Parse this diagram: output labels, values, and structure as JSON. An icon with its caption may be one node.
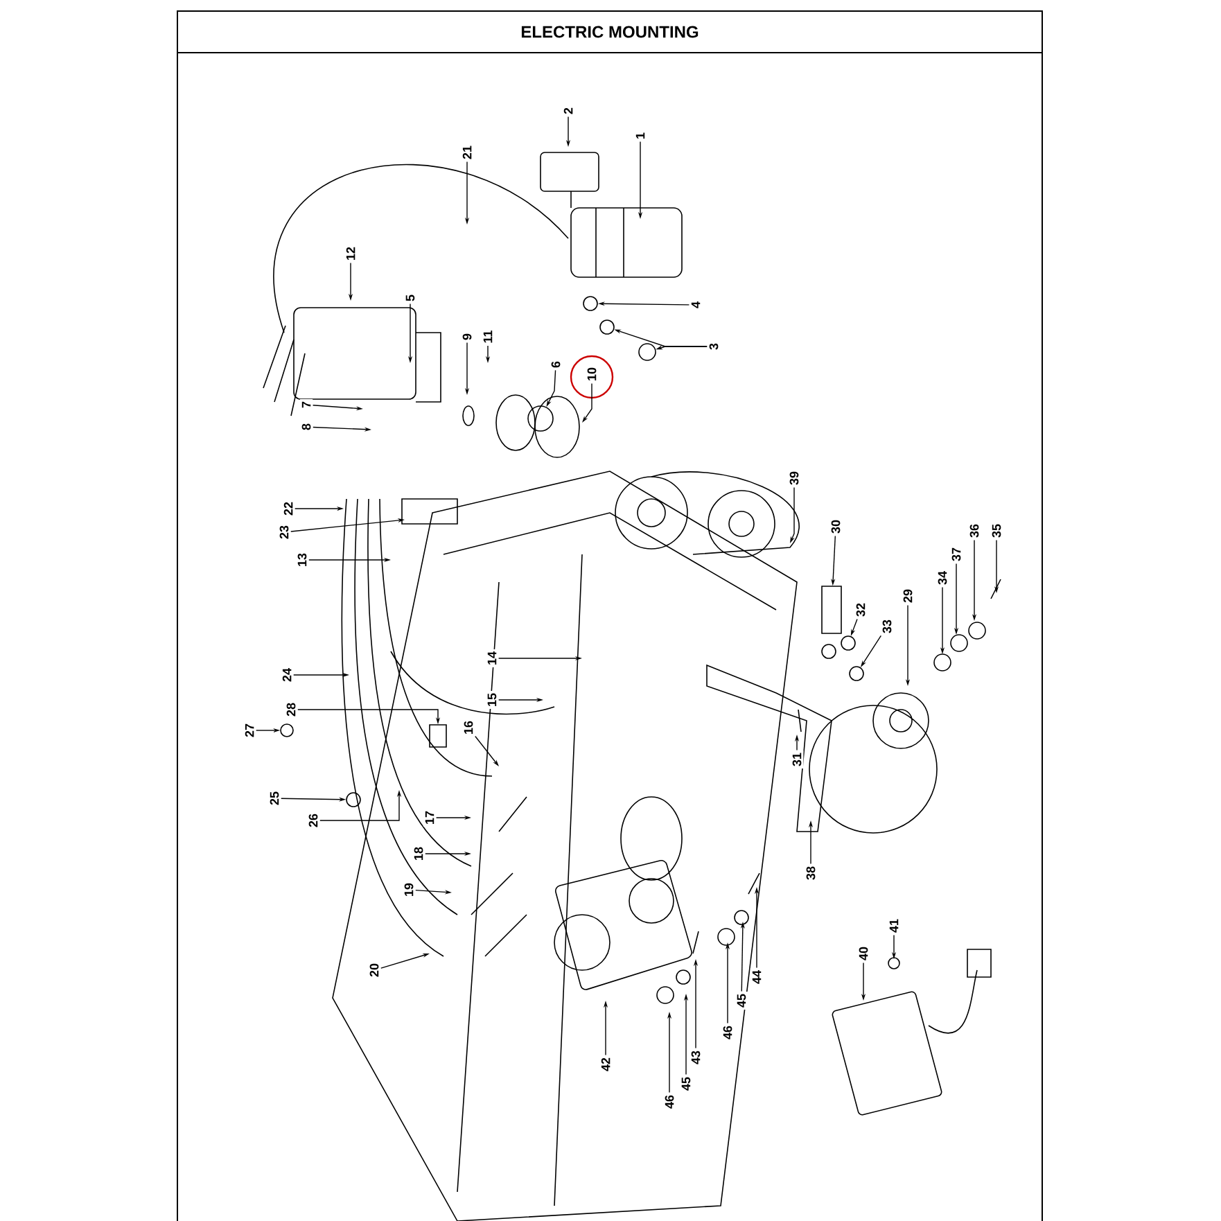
{
  "diagram": {
    "title": "ELECTRIC MOUNTING",
    "nodes": [
      {
        "text": [
          "2"
        ]
      },
      {
        "text": [
          "1"
        ]
      },
      {
        "text": [
          "21"
        ]
      },
      {
        "text": [
          "12"
        ]
      },
      {
        "text": [
          "5"
        ]
      },
      {
        "text": [
          "4"
        ]
      },
      {
        "text": [
          "11"
        ]
      },
      {
        "text": [
          "9"
        ]
      },
      {
        "text": [
          "3"
        ]
      },
      {
        "text": [
          "6"
        ]
      },
      {
        "text": [
          "10"
        ]
      },
      {
        "text": [
          "7"
        ]
      },
      {
        "text": [
          "8"
        ]
      },
      {
        "text": [
          "39"
        ]
      },
      {
        "text": [
          "22"
        ]
      },
      {
        "text": [
          "23"
        ]
      },
      {
        "text": [
          "30"
        ]
      },
      {
        "text": [
          "36"
        ]
      },
      {
        "text": [
          "35"
        ]
      },
      {
        "text": [
          "37"
        ]
      },
      {
        "text": [
          "13"
        ]
      },
      {
        "text": [
          "34"
        ]
      },
      {
        "text": [
          "29"
        ]
      },
      {
        "text": [
          "32"
        ]
      },
      {
        "text": [
          "33"
        ]
      },
      {
        "text": [
          "14"
        ]
      },
      {
        "text": [
          "24"
        ]
      },
      {
        "text": [
          "15"
        ]
      },
      {
        "text": [
          "28"
        ]
      },
      {
        "text": [
          "16"
        ]
      },
      {
        "text": [
          "27"
        ]
      },
      {
        "text": [
          "31"
        ]
      },
      {
        "text": [
          "25"
        ]
      },
      {
        "text": [
          "17"
        ]
      },
      {
        "text": [
          "26"
        ]
      },
      {
        "text": [
          "18"
        ]
      },
      {
        "text": [
          "38"
        ]
      },
      {
        "text": [
          "19"
        ]
      },
      {
        "text": [
          "41"
        ]
      },
      {
        "text": [
          "40"
        ]
      },
      {
        "text": [
          "20"
        ]
      },
      {
        "text": [
          "44"
        ]
      },
      {
        "text": [
          "45"
        ]
      },
      {
        "text": [
          "46"
        ]
      },
      {
        "text": [
          "43"
        ]
      },
      {
        "text": [
          "42"
        ]
      },
      {
        "text": [
          "45"
        ]
      },
      {
        "text": [
          "46"
        ]
      },
      {
        "text": [],
        "shape": "circle"
      },
      {
        "text": [],
        "shape": "circle"
      },
      {
        "text": [],
        "shape": "circle"
      },
      {
        "text": [],
        "shape": "box"
      },
      {
        "text": [],
        "shape": "box"
      },
      {
        "text": [],
        "shape": "circle"
      },
      {
        "text": [],
        "shape": "circle"
      },
      {
        "text": [],
        "shape": "circle"
      },
      {
        "text": [],
        "shape": "circle"
      },
      {
        "text": [],
        "shape": "circle"
      }
    ],
    "edges": [
      {
        "from": 0,
        "to": null,
        "arrow": "to"
      },
      {
        "from": 1,
        "to": null,
        "arrow": "to"
      },
      {
        "from": 2,
        "to": null,
        "arrow": "to"
      },
      {
        "from": 3,
        "to": null,
        "arrow": "to"
      },
      {
        "from": 4,
        "to": null,
        "arrow": "to"
      },
      {
        "from": 5,
        "to": 55,
        "arrow": "to"
      },
      {
        "from": 6,
        "to": null,
        "arrow": "to"
      },
      {
        "from": 7,
        "to": null,
        "arrow": "to"
      },
      {
        "from": 8,
        "to": 48,
        "arrow": "to"
      },
      {
        "from": 8,
        "to": 49,
        "arrow": "to"
      },
      {
        "from": 9,
        "to": 50,
        "arrow": "to"
      },
      {
        "from": 10,
        "to": null,
        "arrow": "to"
      },
      {
        "from": 11,
        "to": null,
        "arrow": "to"
      },
      {
        "from": 12,
        "to": null,
        "arrow": "to"
      },
      {
        "from": 13,
        "to": null,
        "arrow": "to"
      },
      {
        "from": 14,
        "to": null,
        "arrow": "to"
      },
      {
        "from": 15,
        "to": null,
        "arrow": "to"
      },
      {
        "from": 16,
        "to": 51,
        "arrow": "to"
      },
      {
        "from": 17,
        "to": null,
        "arrow": "to"
      },
      {
        "from": 18,
        "to": null,
        "arrow": "to"
      },
      {
        "from": 19,
        "to": null,
        "arrow": "to"
      },
      {
        "from": 20,
        "to": null,
        "arrow": "to"
      },
      {
        "from": 21,
        "to": null,
        "arrow": "to"
      },
      {
        "from": 22,
        "to": null,
        "arrow": "to"
      },
      {
        "from": 23,
        "to": 56,
        "arrow": "to"
      },
      {
        "from": 24,
        "to": 57,
        "arrow": "to"
      },
      {
        "from": 25,
        "to": null,
        "arrow": "to"
      },
      {
        "from": 26,
        "to": null,
        "arrow": "to"
      },
      {
        "from": 27,
        "to": null,
        "arrow": "to"
      },
      {
        "from": 28,
        "to": 52,
        "arrow": "to"
      },
      {
        "from": 29,
        "to": null,
        "arrow": "to"
      },
      {
        "from": 30,
        "to": 53,
        "arrow": "to"
      },
      {
        "from": 31,
        "to": null,
        "arrow": "to"
      },
      {
        "from": 32,
        "to": 54,
        "arrow": "to"
      },
      {
        "from": 33,
        "to": null,
        "arrow": "to"
      },
      {
        "from": 34,
        "to": null,
        "arrow": "to"
      },
      {
        "from": 35,
        "to": null,
        "arrow": "to"
      },
      {
        "from": 36,
        "to": null,
        "arrow": "to"
      },
      {
        "from": 37,
        "to": null,
        "arrow": "to"
      },
      {
        "from": 38,
        "to": null,
        "arrow": "to"
      },
      {
        "from": 39,
        "to": null,
        "arrow": "to"
      },
      {
        "from": 40,
        "to": null,
        "arrow": "to"
      },
      {
        "from": 41,
        "to": null,
        "arrow": "to"
      },
      {
        "from": 42,
        "to": null,
        "arrow": "to"
      },
      {
        "from": 43,
        "to": null,
        "arrow": "to"
      },
      {
        "from": 44,
        "to": null,
        "arrow": "to"
      },
      {
        "from": 45,
        "to": null,
        "arrow": "to"
      },
      {
        "from": 46,
        "to": null,
        "arrow": "to"
      },
      {
        "from": 47,
        "to": null,
        "arrow": "to"
      }
    ]
  }
}
